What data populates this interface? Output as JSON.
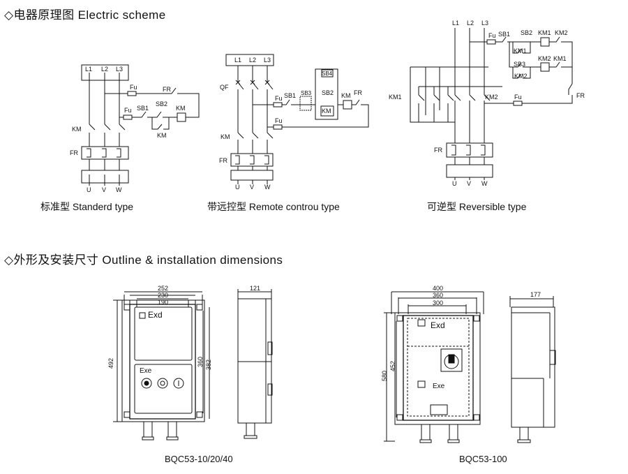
{
  "sections": {
    "scheme_title": "◇电器原理图 Electric scheme",
    "outline_title": "◇外形及安装尺寸 Outline & installation dimensions"
  },
  "captions": {
    "standard": "标准型 Standerd type",
    "remote": "带远控型 Remote controu type",
    "reversible": "可逆型 Reversible type"
  },
  "labels": {
    "l1": "L1",
    "l2": "L2",
    "l3": "L3",
    "u": "U",
    "v": "V",
    "w": "W",
    "km": "KM",
    "fr": "FR",
    "fu": "Fu",
    "qf": "QF",
    "sb1": "SB1",
    "sb2": "SB2",
    "sb3": "SB3",
    "sb4": "SB4",
    "km1": "KM1",
    "km2": "KM2",
    "exd": "Exd",
    "exe": "Exe"
  },
  "dimensions": {
    "small": {
      "w1": "252",
      "w2": "230",
      "w3": "190",
      "h1": "492",
      "h2": "360",
      "h3": "382",
      "depth": "121"
    },
    "large": {
      "w1": "400",
      "w2": "360",
      "w3": "300",
      "h1": "580",
      "h2": "452",
      "depth": "177"
    }
  },
  "models": {
    "small": "BQC53-10/20/40",
    "large": "BQC53-100"
  }
}
